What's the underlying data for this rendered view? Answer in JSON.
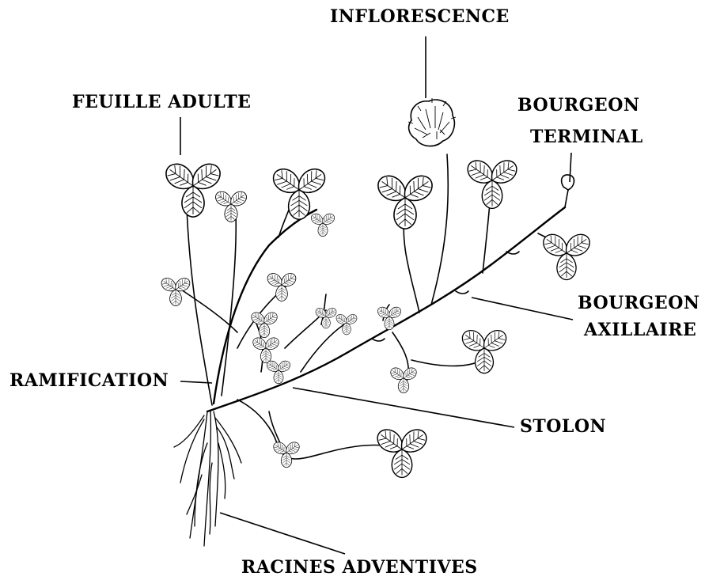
{
  "diagram": {
    "labels": {
      "inflorescence": "INFLORESCENCE",
      "feuille_adulte": "FEUILLE ADULTE",
      "bourgeon_terminal_1": "BOURGEON",
      "bourgeon_terminal_2": "TERMINAL",
      "bourgeon_axillaire_1": "BOURGEON",
      "bourgeon_axillaire_2": "AXILLAIRE",
      "ramification": "RAMIFICATION",
      "stolon": "STOLON",
      "racines_adventives": "RACINES ADVENTIVES"
    },
    "colors": {
      "ink": "#000000",
      "paper": "#ffffff"
    }
  }
}
